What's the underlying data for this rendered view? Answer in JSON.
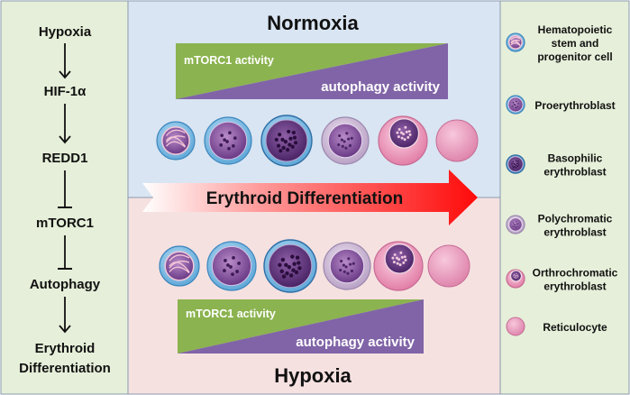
{
  "pathway": {
    "steps": [
      "Hypoxia",
      "HIF-1α",
      "REDD1",
      "mTORC1",
      "Autophagy",
      "Erythroid Differentiation"
    ],
    "step_lines": [
      [
        "Hypoxia"
      ],
      [
        "HIF-1α"
      ],
      [
        "REDD1"
      ],
      [
        "mTORC1"
      ],
      [
        "Autophagy"
      ],
      [
        "Erythroid",
        "Differentiation"
      ]
    ],
    "connectors": [
      "activates",
      "activates",
      "inhibits",
      "inhibits",
      "activates"
    ]
  },
  "normoxia": {
    "title": "Normoxia",
    "mtorc1_label": "mTORC1 activity",
    "autophagy_label": "autophagy activity"
  },
  "hypoxia": {
    "title": "Hypoxia",
    "mtorc1_label": "mTORC1 activity",
    "autophagy_label": "autophagy activity"
  },
  "differentiation_arrow": {
    "label": "Erythroid Differentiation"
  },
  "legend": {
    "items": [
      {
        "lines": [
          "Hematopoietic",
          "stem and",
          "progenitor cell"
        ]
      },
      {
        "lines": [
          "Proerythroblast"
        ]
      },
      {
        "lines": [
          "Basophilic",
          "erythroblast"
        ]
      },
      {
        "lines": [
          "Polychromatic",
          "erythroblast"
        ]
      },
      {
        "lines": [
          "Orthrochromatic",
          "erythroblast"
        ]
      },
      {
        "lines": [
          "Reticulocyte"
        ]
      }
    ]
  },
  "colors": {
    "left_panel": "#e6efd9",
    "normoxia_bg": "#d9e5f2",
    "hypoxia_bg": "#f6e1e1",
    "legend_bg": "#e6efd9",
    "mtorc1": "#8bb34f",
    "autophagy": "#8064a7",
    "arrow_red": "#ff1a1a",
    "border": "#8a9aae"
  }
}
